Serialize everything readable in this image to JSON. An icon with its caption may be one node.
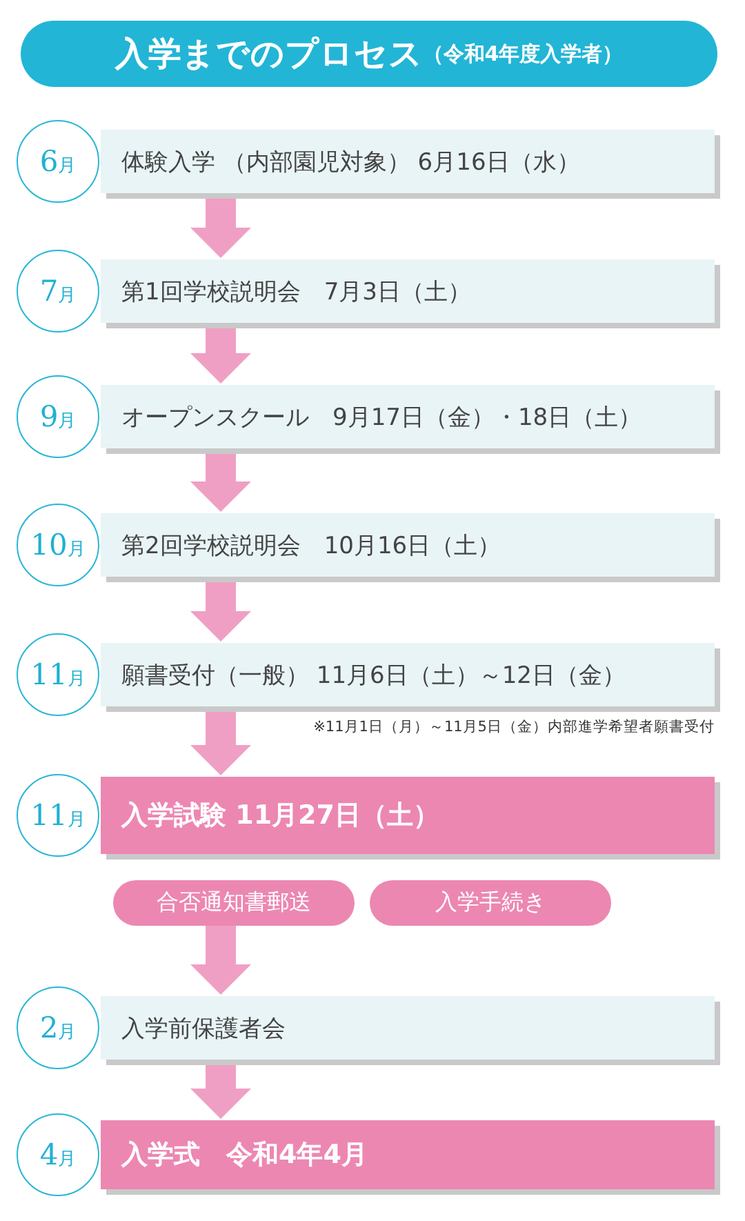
{
  "diagram": {
    "nodes": [
      {
        "text": [
          "入学までのプロセス",
          "（令和4年度入学者）"
        ]
      },
      {
        "text": [
          "6月"
        ]
      },
      {
        "text": [
          "体験入学 （内部園児対象） 6月16日（水）"
        ]
      },
      {
        "text": [
          "7月"
        ]
      },
      {
        "text": [
          "第1回学校説明会　7月3日（土）"
        ]
      },
      {
        "text": [
          "9月"
        ]
      },
      {
        "text": [
          "オープンスクール　9月17日（金）・18日（土）"
        ]
      },
      {
        "text": [
          "10月"
        ]
      },
      {
        "text": [
          "第2回学校説明会　10月16日（土）"
        ]
      },
      {
        "text": [
          "11月"
        ]
      },
      {
        "text": [
          "願書受付（一般） 11月6日（土）～12日（金）"
        ],
        "beside": [
          "※11月1日（月）～11月5日（金）内部進学希望者願書受付"
        ]
      },
      {
        "text": [
          "11月"
        ]
      },
      {
        "text": [
          "入学試験 11月27日（土）"
        ]
      },
      {
        "text": [
          "合否通知書郵送"
        ]
      },
      {
        "text": [
          "入学手続き"
        ]
      },
      {
        "text": [
          "2月"
        ]
      },
      {
        "text": [
          "入学前保護者会"
        ]
      },
      {
        "text": [
          "4月"
        ]
      },
      {
        "text": [
          "入学式　令和4年4月"
        ]
      }
    ],
    "edges": [
      {
        "from": 2,
        "to": 4,
        "arrow": "to"
      },
      {
        "from": 4,
        "to": 6,
        "arrow": "to"
      },
      {
        "from": 6,
        "to": 8,
        "arrow": "to"
      },
      {
        "from": 8,
        "to": 10,
        "arrow": "to"
      },
      {
        "from": 10,
        "to": 12,
        "arrow": "to"
      },
      {
        "from": 13,
        "to": 16,
        "arrow": "to"
      },
      {
        "from": 16,
        "to": 18,
        "arrow": "to"
      }
    ]
  }
}
